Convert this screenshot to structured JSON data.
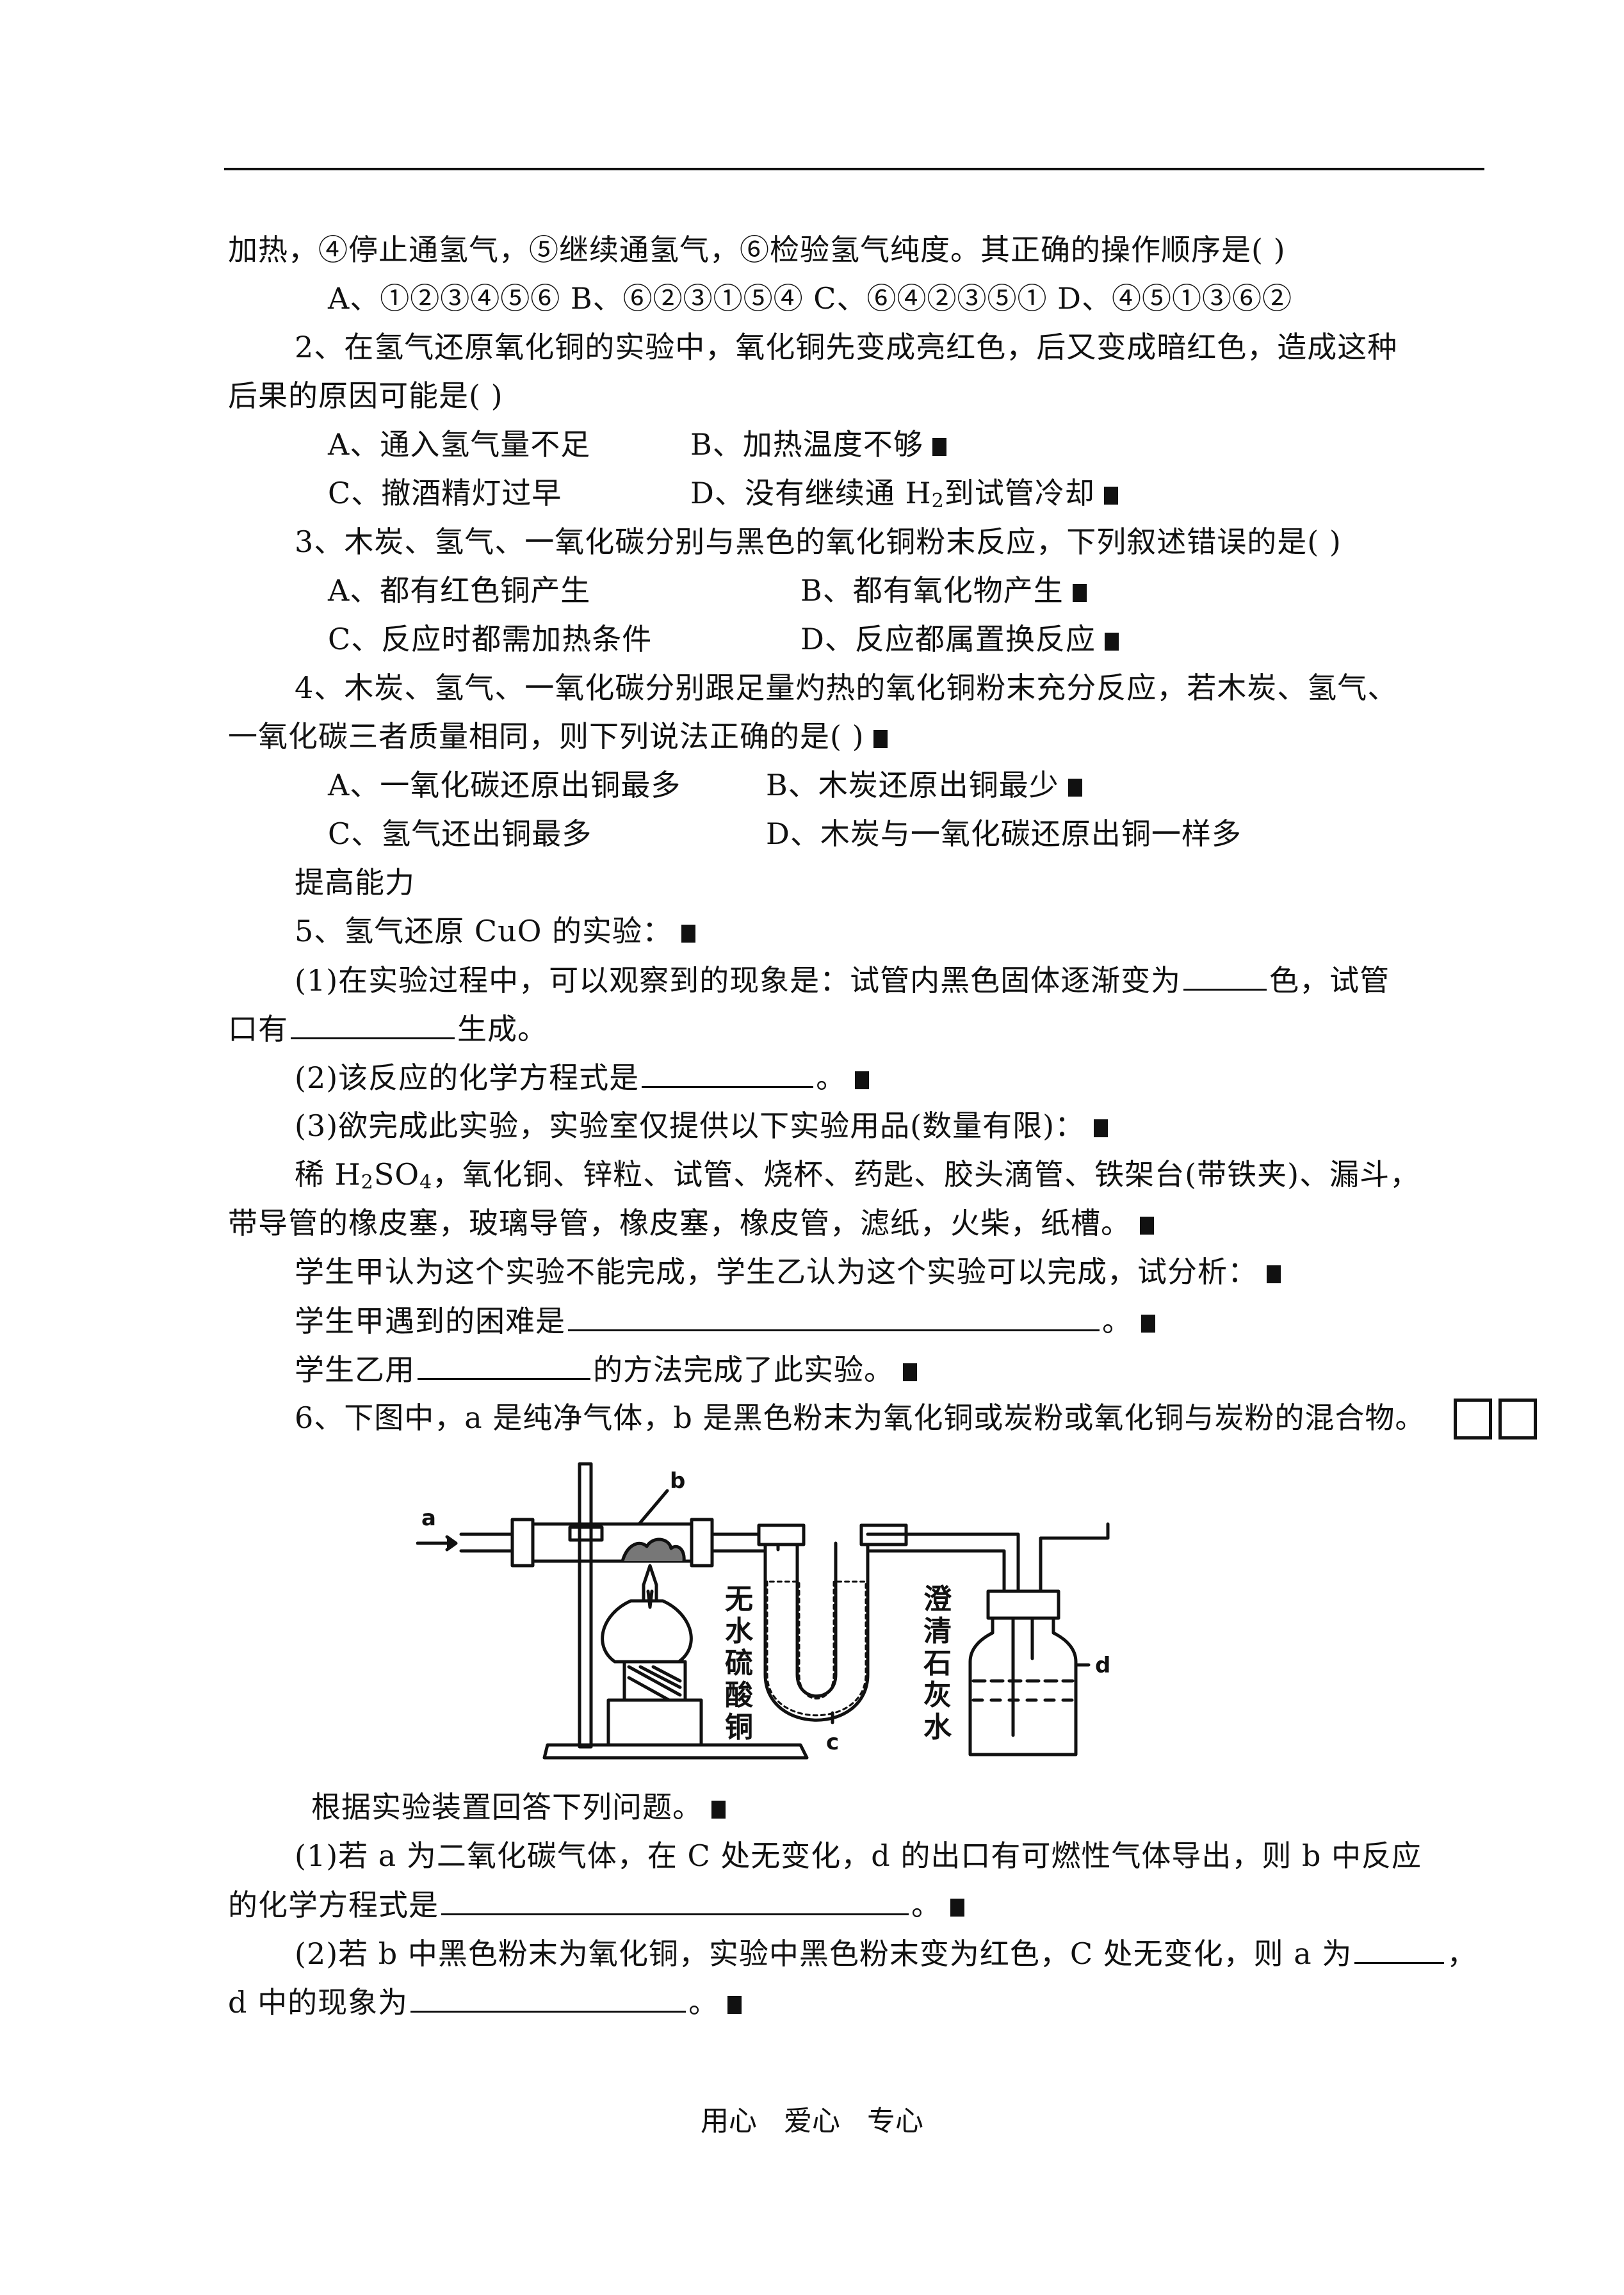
{
  "q1": {
    "cont": "加热，④停止通氢气，⑤继续通氢气，⑥检验氢气纯度。其正确的操作顺序是(    )",
    "options": "A、①②③④⑤⑥   B、⑥②③①⑤④   C、⑥④②③⑤①   D、④⑤①③⑥②"
  },
  "q2": {
    "stem1": "2、在氢气还原氧化铜的实验中，氧化铜先变成亮红色，后又变成暗红色，造成这种",
    "stem2": "后果的原因可能是(     )",
    "a": "A、通入氢气量不足",
    "b": "B、加热温度不够",
    "c": "C、撤酒精灯过早",
    "d_pre": "D、没有继续通 H",
    "d_sub": "2",
    "d_post": "到试管冷却"
  },
  "q3": {
    "stem": "3、木炭、氢气、一氧化碳分别与黑色的氧化铜粉末反应，下列叙述错误的是(     )",
    "a": "A、都有红色铜产生",
    "b": "B、都有氧化物产生",
    "c": "C、反应时都需加热条件",
    "d": "D、反应都属置换反应"
  },
  "q4": {
    "stem1": "4、木炭、氢气、一氧化碳分别跟足量灼热的氧化铜粉末充分反应，若木炭、氢气、",
    "stem2": "一氧化碳三者质量相同，则下列说法正确的是(     )",
    "a": "A、一氧化碳还原出铜最多",
    "b": "B、木炭还原出铜最少",
    "c": "C、氢气还出铜最多",
    "d": "D、木炭与一氧化碳还原出铜一样多"
  },
  "section": "提高能力",
  "q5": {
    "stem": "5、氢气还原 CuO 的实验：",
    "p1a": "(1)在实验过程中，可以观察到的现象是：试管内黑色固体逐渐变为",
    "p1b": "色，试管",
    "p1c": "口有",
    "p1d": "生成。",
    "p2a": "(2)该反应的化学方程式是",
    "p2b": "。",
    "p3": "(3)欲完成此实验，实验室仅提供以下实验用品(数量有限)：",
    "mat1_pre": "稀 H",
    "mat1_sub1": "2",
    "mat1_mid": "SO",
    "mat1_sub2": "4",
    "mat1_post": "，氧化铜、锌粒、试管、烧杯、药匙、胶头滴管、铁架台(带铁夹)、漏斗，",
    "mat2": "带导管的橡皮塞，玻璃导管，橡皮塞，橡皮管，滤纸，火柴，纸槽。",
    "students": "学生甲认为这个实验不能完成，学生乙认为这个实验可以完成，试分析：",
    "jia_a": "学生甲遇到的困难是",
    "jia_b": "。",
    "yi_a": "学生乙用",
    "yi_b": "的方法完成了此实验。"
  },
  "q6": {
    "stem": "6、下图中，a 是纯净气体，b 是黑色粉末为氧化铜或炭粉或氧化铜与炭粉的混合物。",
    "diagram": {
      "a": "a",
      "b": "b",
      "c": "c",
      "d": "d",
      "cuso4": [
        "无",
        "水",
        "硫",
        "酸",
        "铜"
      ],
      "limewater": [
        "澄",
        "清",
        "石",
        "灰",
        "水"
      ]
    },
    "intro": "根据实验装置回答下列问题。",
    "p1a": "(1)若 a 为二氧化碳气体，在 C 处无变化，d 的出口有可燃性气体导出，则 b 中反应",
    "p1b": "的化学方程式是",
    "p1c": "。",
    "p2a": "(2)若 b 中黑色粉末为氧化铜，实验中黑色粉末变为红色，C 处无变化，则 a 为",
    "p2b": "，",
    "p2c": "d 中的现象为",
    "p2d": "。"
  },
  "footer": "用心   爱心   专心"
}
